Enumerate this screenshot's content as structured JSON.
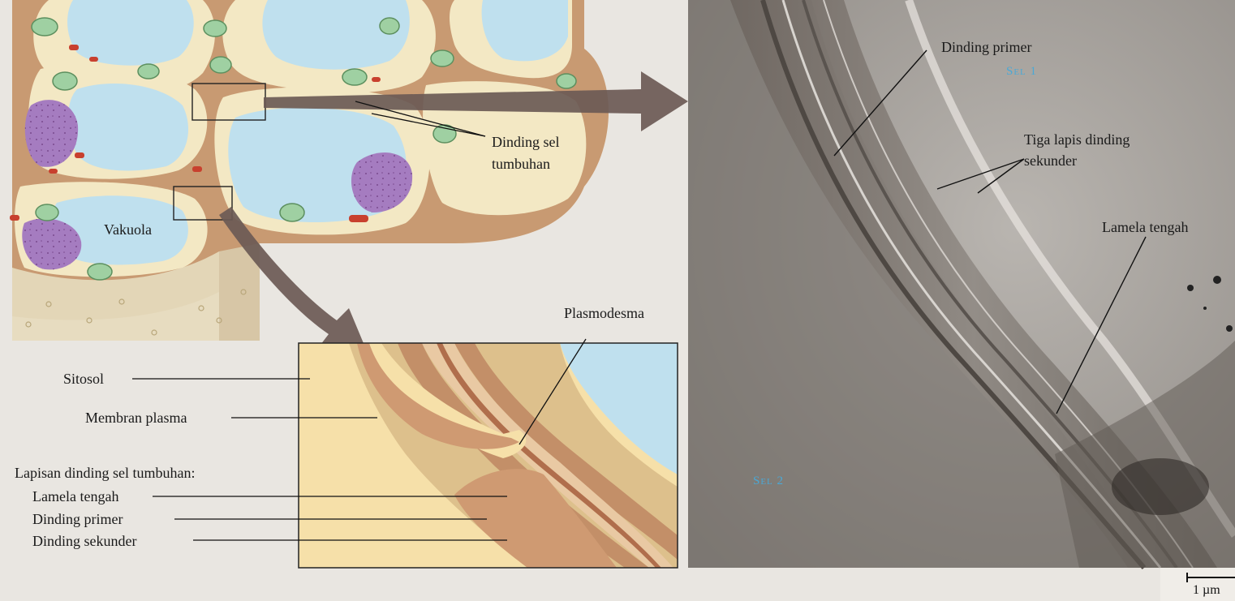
{
  "labels": {
    "vakuola": "Vakuola",
    "dinding_sel_1": "Dinding sel",
    "dinding_sel_2": "tumbuhan",
    "plasmodesma": "Plasmodesma",
    "sitosol": "Sitosol",
    "membran_plasma": "Membran plasma",
    "lapisan_heading": "Lapisan dinding sel tumbuhan:",
    "lamela_tengah_left": "Lamela tengah",
    "dinding_primer_left": "Dinding primer",
    "dinding_sekunder_left": "Dinding sekunder",
    "dinding_primer_right": "Dinding primer",
    "sel1": "Sel 1",
    "tiga_lapis_1": "Tiga lapis dinding",
    "tiga_lapis_2": "sekunder",
    "lamela_tengah_right": "Lamela tengah",
    "sel2": "Sel 2",
    "scale": "1 µm"
  },
  "colors": {
    "vacuole": "#bfe0ee",
    "cytosol": "#f3e8c4",
    "cell_wall": "#c89a72",
    "chloroplast": "#9fd0a2",
    "nucleus": "#a57cc0",
    "mitochondria": "#c8402e",
    "arrow": "#6b5a55",
    "micrograph": "#9c9792"
  }
}
